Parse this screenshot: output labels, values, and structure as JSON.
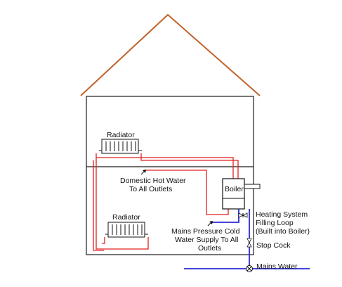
{
  "labels": {
    "radiator_upper": "Radiator",
    "radiator_lower": "Radiator",
    "boiler": "Boiler",
    "dhw_line1": "Domestic Hot Water",
    "dhw_line2": "To All Outlets",
    "mains_cold_line1": "Mains Pressure Cold",
    "mains_cold_line2": "Water Supply To All",
    "mains_cold_line3": "Outlets",
    "filling_line1": "Heating System",
    "filling_line2": "Filling Loop",
    "filling_line3": "(Built into Boiler)",
    "stop_cock": "Stop Cock",
    "mains_water": "Mains Water"
  },
  "colors": {
    "roof": "#c0632a",
    "heating_pipe": "#e02020",
    "cold_water_pipe": "#2a2ad6",
    "wall": "#1a1a1a"
  }
}
